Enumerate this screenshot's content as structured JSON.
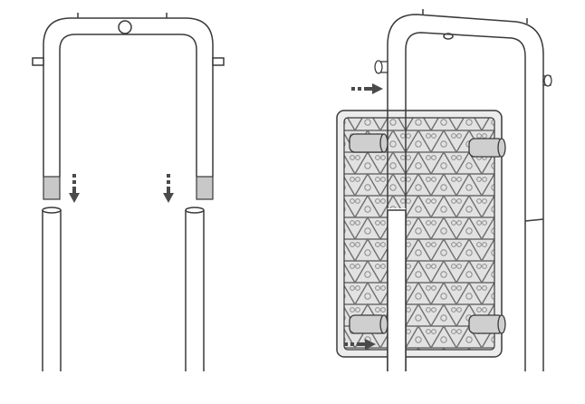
{
  "diagram": {
    "steps": [
      {
        "name": "insert-top-frame-into-poles",
        "arrows": 2,
        "direction": "down"
      },
      {
        "name": "attach-panel-to-frame",
        "arrows": 2,
        "direction": "right"
      }
    ]
  },
  "colors": {
    "line": "#3a3a3a",
    "arrow": "#4a4a4a",
    "cap": "#c8c8c8",
    "panel": "#d6d6d6",
    "panel_pattern": "#8a8a8a"
  }
}
